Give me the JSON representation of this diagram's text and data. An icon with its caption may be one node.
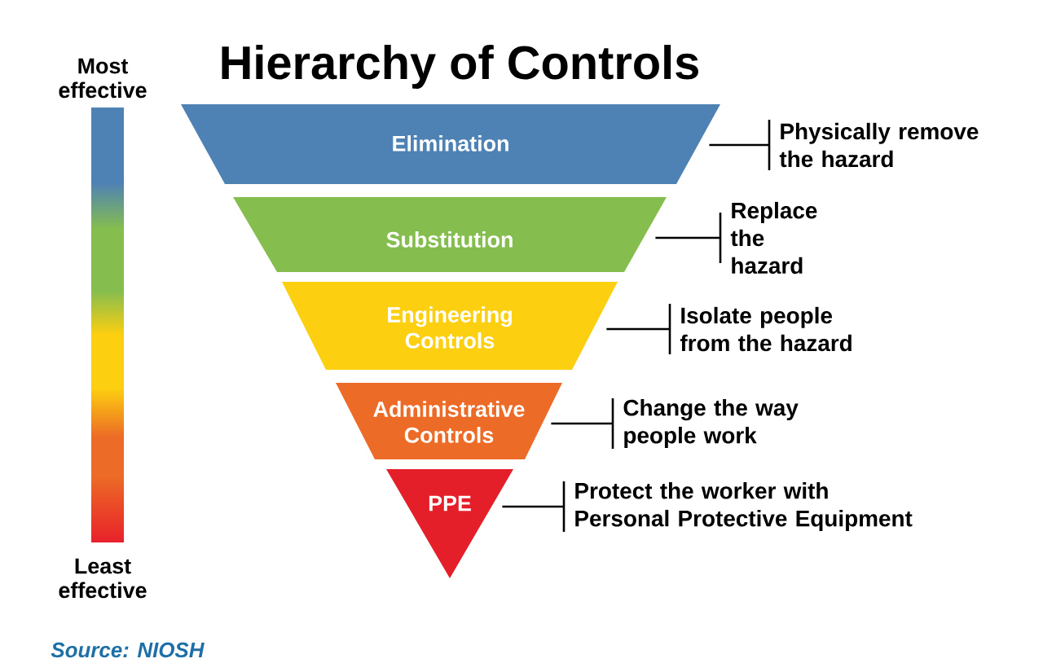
{
  "diagram": {
    "title": "Hierarchy of Controls",
    "caption": "Source: NIOSH",
    "nodes": [
      {
        "text": [
          "Elimination"
        ]
      },
      {
        "text": [
          "Substitution"
        ]
      },
      {
        "text": [
          "Engineering Controls"
        ]
      },
      {
        "text": [
          "Administrative Controls"
        ]
      },
      {
        "text": [
          "PPE"
        ]
      },
      {
        "text": [
          "Physically remove the hazard"
        ]
      },
      {
        "text": [
          "Replace the hazard"
        ]
      },
      {
        "text": [
          "Isolate people from the hazard"
        ]
      },
      {
        "text": [
          "Change the way people work"
        ]
      },
      {
        "text": [
          "Protect the worker with Personal Protective Equipment"
        ]
      }
    ],
    "edges": [
      {
        "from": 0,
        "to": 5,
        "arrow": "none"
      },
      {
        "from": 1,
        "to": 6,
        "arrow": "none"
      },
      {
        "from": 2,
        "to": 7,
        "arrow": "none"
      },
      {
        "from": 3,
        "to": 8,
        "arrow": "none"
      },
      {
        "from": 4,
        "to": 9,
        "arrow": "none"
      }
    ],
    "labels": [
      "Most effective",
      "Least effective"
    ]
  }
}
